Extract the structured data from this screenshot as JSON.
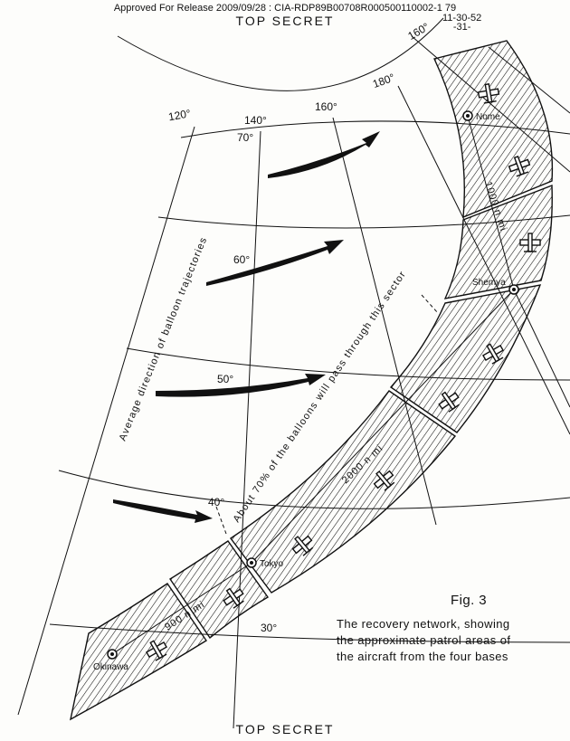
{
  "header": {
    "release": "Approved For Release 2009/09/28 : CIA-RDP89B00708R000500110002-1",
    "page_no": "79",
    "doc_no_line1": "11-30-52",
    "doc_no_line2": "-31-"
  },
  "classification": {
    "top": "TOP SECRET",
    "bottom": "TOP SECRET"
  },
  "longitudes": [
    "120°",
    "140°",
    "160°",
    "180°",
    "160°"
  ],
  "latitudes": [
    "70°",
    "60°",
    "50°",
    "40°",
    "30°"
  ],
  "bases": [
    "Nome",
    "Shemya",
    "Tokyo",
    "Okinawa"
  ],
  "distances": [
    "1000 n mi",
    "2000 n mi",
    "900 n mi"
  ],
  "annotations": {
    "trajectory": "Average direction of balloon trajectories",
    "sector": "About 70% of the balloons will pass through this sector"
  },
  "caption": {
    "figure": "Fig. 3",
    "line1": "The recovery network, showing",
    "line2": "the approximate patrol areas of",
    "line3": "the aircraft from the four bases"
  },
  "colors": {
    "ink": "#111111",
    "paper": "#fdfdfb"
  }
}
